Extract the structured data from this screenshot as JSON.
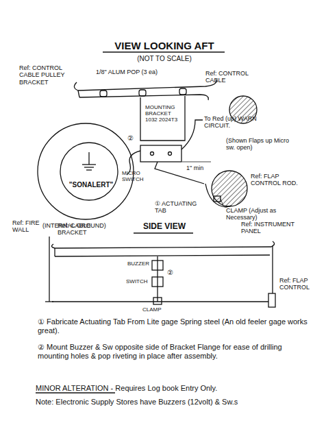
{
  "diagram": {
    "title": "VIEW LOOKING AFT",
    "nodes": [
      {
        "text": [
          "\"SONALERT\""
        ]
      }
    ],
    "labels": [
      "(NOT TO SCALE)",
      "Ref: CONTROL CABLE PULLEY BRACKET",
      "1/8\" ALUM POP (3 ea)",
      "Ref: CONTROL CABLE",
      "MOUNTING BRACKET 1032 2024T3",
      "To Red (up) WARN CIRCUIT.",
      "(Shown Flaps up Micro sw. open)",
      "②",
      "(INTERNAL GROUND)",
      "MICRO SWITCH",
      "1\" min",
      "Ref: FLAP CONTROL ROD.",
      "CLAMP (Adjust as Necessary)",
      "① ACTUATING TAB",
      "SIDE VIEW",
      "Ref: FIRE WALL",
      "Ref: CABLE BRACKET",
      "Ref: INSTRUMENT PANEL",
      "BUZZER",
      "②",
      "SWITCH",
      "CLAMP",
      "Ref: FLAP CONTROL",
      "① Fabricate Actuating Tab From Lite gage Spring steel (An old feeler gage works great).",
      "② Mount Buzzer & Sw opposite side of Bracket Flange for ease of drilling mounting holes & pop riveting in place after assembly.",
      "MINOR ALTERATION - Requires Log book Entry Only.",
      "Note: Electronic Supply Stores have Buzzers (12volt) & Sw.s"
    ]
  }
}
